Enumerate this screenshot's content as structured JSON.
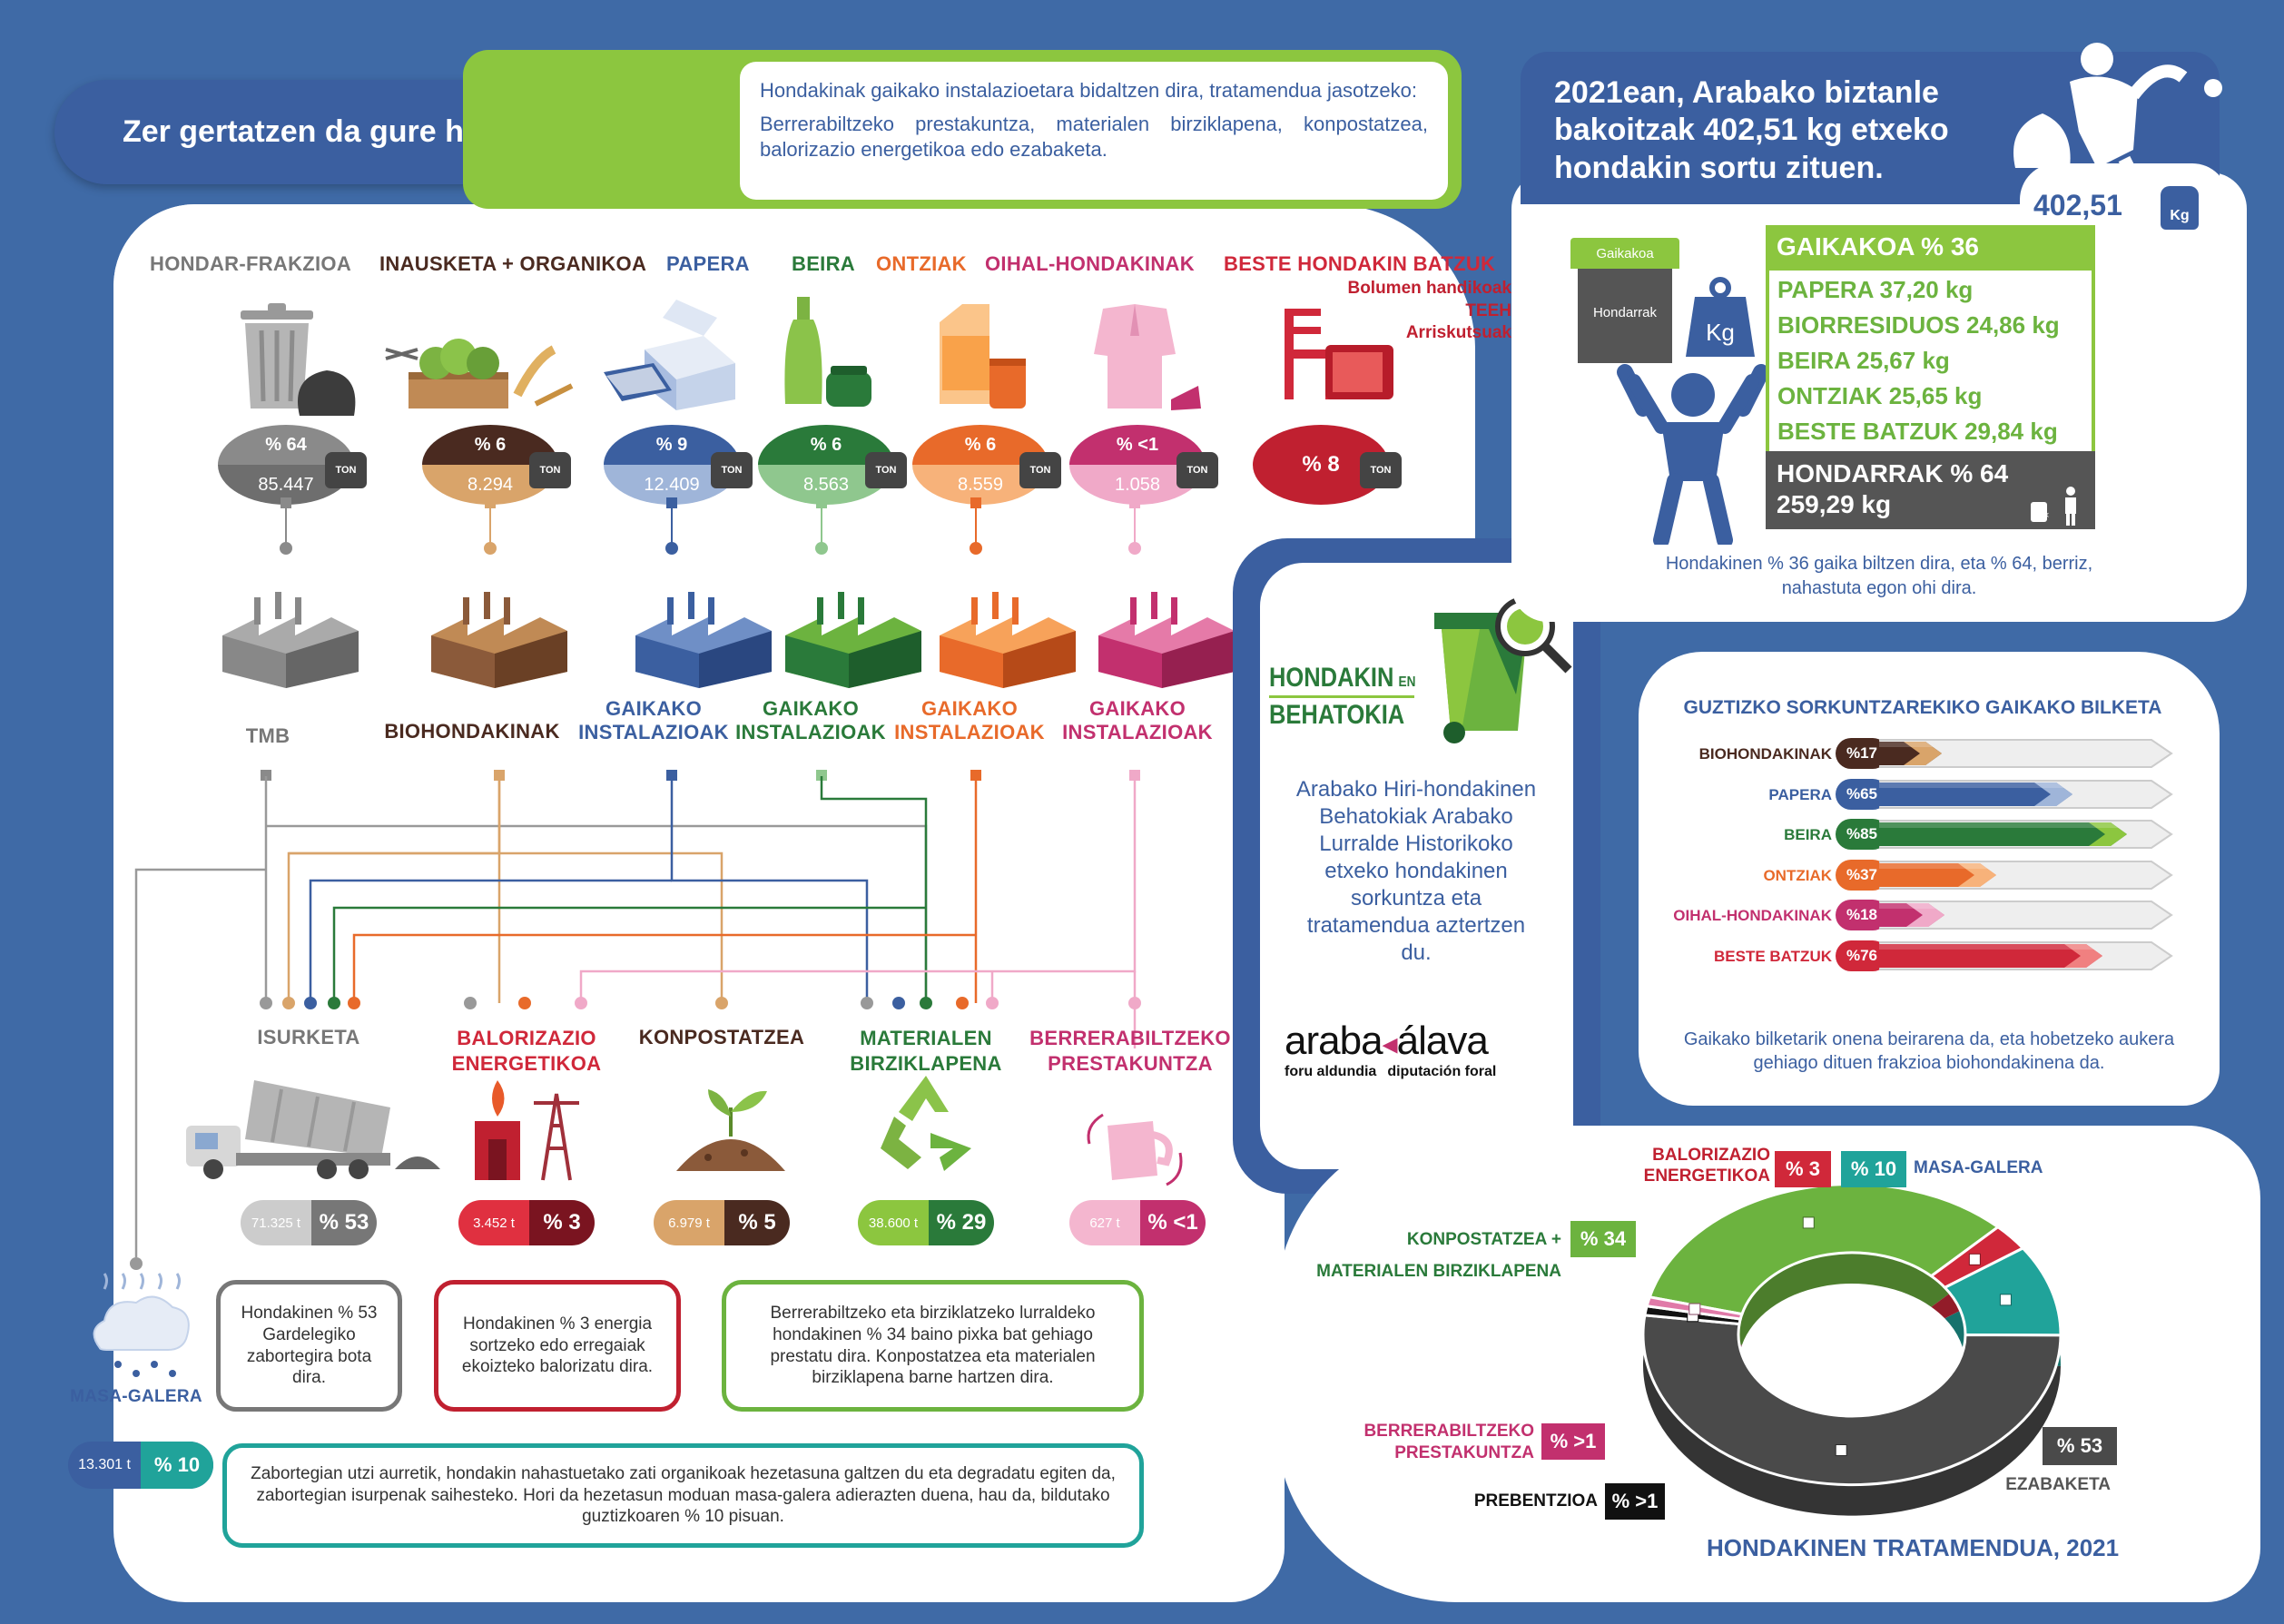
{
  "header": {
    "question": "Zer gertatzen da gure hondakinekin?",
    "intro_line1": "Hondakinak gaikako instalazioetara bidaltzen dira, tratamendua jasotzeko:",
    "intro_line2": "Berrerabiltzeko prestakuntza, materialen birziklapena, konpostatzea, balorizazio energetikoa edo ezabaketa."
  },
  "fractions": [
    {
      "name": "HONDAR-FRAKZIOA",
      "pct": "% 64",
      "ton": "85.447",
      "color": "#8a8a8a",
      "color2": "#6e6e6e"
    },
    {
      "name": "INAUSKETA + ORGANIKOA",
      "pct": "% 6",
      "ton": "8.294",
      "color": "#4a2a20",
      "color2": "#d9a46a"
    },
    {
      "name": "PAPERA",
      "pct": "% 9",
      "ton": "12.409",
      "color": "#3b5fa0",
      "color2": "#9fb5d9"
    },
    {
      "name": "BEIRA",
      "pct": "% 6",
      "ton": "8.563",
      "color": "#2a7a3a",
      "color2": "#8fc78e"
    },
    {
      "name": "ONTZIAK",
      "pct": "% 6",
      "ton": "8.559",
      "color": "#e86a2a",
      "color2": "#f7b27a"
    },
    {
      "name": "OIHAL-HONDAKINAK",
      "pct": "% <1",
      "ton": "1.058",
      "color": "#c2306e",
      "color2": "#f0a9c8"
    },
    {
      "name": "BESTE HONDAKIN BATZUK",
      "pct": "% 8",
      "ton": "",
      "color": "#c02030",
      "color2": "#c02030"
    }
  ],
  "ton_label": "TON",
  "beste_sub": [
    "Bolumen handikoak",
    "TEEH",
    "Arriskutsuak"
  ],
  "plants": [
    {
      "label": "TMB",
      "color": "#6e6e6e"
    },
    {
      "label": "BIOHONDAKINAK",
      "color": "#4a2a20"
    },
    {
      "label": "GAIKAKO INSTALAZIOAK",
      "color": "#3b5fa0"
    },
    {
      "label": "GAIKAKO INSTALAZIOAK",
      "color": "#2a7a3a"
    },
    {
      "label": "GAIKAKO INSTALAZIOAK",
      "color": "#e86a2a"
    },
    {
      "label": "GAIKAKO INSTALAZIOAK",
      "color": "#c2306e"
    }
  ],
  "treatments": [
    {
      "label": "ISURKETA",
      "amount": "71.325 t",
      "pct": "% 53",
      "color": "#777"
    },
    {
      "label": "BALORIZAZIO ENERGETIKOA",
      "amount": "3.452 t",
      "pct": "% 3",
      "color": "#c02030"
    },
    {
      "label": "KONPOSTATZEA",
      "amount": "6.979 t",
      "pct": "% 5",
      "color": "#4a2a20"
    },
    {
      "label": "MATERIALEN BIRZIKLAPENA",
      "amount": "38.600 t",
      "pct": "% 29",
      "color": "#2a7a3a"
    },
    {
      "label": "BERRERABILTZEKO PRESTAKUNTZA",
      "amount": "627 t",
      "pct": "% <1",
      "color": "#c2306e"
    }
  ],
  "notes": {
    "isurketa": "Hondakinen % 53 Gardelegiko zabortegira bota dira.",
    "balorizazio": "Hondakinen % 3 energia sortzeko edo erregaiak ekoizteko balorizatu dira.",
    "birziklapena": "Berrerabiltzeko eta birziklatzeko lurraldeko hondakinen % 34 baino pixka bat gehiago prestatu dira. Konpostatzea eta materialen birziklapena barne hartzen dira.",
    "masa": "Zabortegian utzi aurretik, hondakin nahastuetako zati organikoak hezetasuna galtzen du eta degradatu egiten da, zabortegian isurpenak saihesteko. Hori da hezetasun moduan masa-galera adierazten duena, hau da, bildutako guztizkoaren % 10 pisuan."
  },
  "masa_galera": {
    "label": "MASA-GALERA",
    "amount": "13.301 t",
    "pct": "% 10"
  },
  "observatory": {
    "logo_line1": "HONDAKIN",
    "logo_en": "EN",
    "logo_line2": "BEHATOKIA",
    "text": "Arabako Hiri-hondakinen Behatokiak Arabako Lurralde Historikoko etxeko hondakinen sorkuntza eta tratamendua aztertzen du.",
    "brand_a": "araba",
    "brand_b": "álava",
    "brand_sub_a": "foru aldundia",
    "brand_sub_b": "diputación foral"
  },
  "stat": {
    "headline": "2021ean, Arabako biztanle bakoitzak 402,51 kg etxeko hondakin sortu zituen.",
    "value": "402,51",
    "kg": "Kg",
    "bin_top": "Gaikakoa",
    "bin_bottom": "Hondarrak"
  },
  "gaikakoa": {
    "title": "GAIKAKOA % 36",
    "items": [
      "PAPERA 37,20 kg",
      "BIORRESIDUOS 24,86 kg",
      "BEIRA 25,67 kg",
      "ONTZIAK 25,65 kg",
      "BESTE BATZUK 29,84 kg"
    ],
    "hondarrak_line1": "HONDARRAK % 64",
    "hondarrak_line2": "259,29 kg",
    "note": "Hondakinen % 36 gaika biltzen dira, eta % 64, berriz, nahastuta egon ohi dira."
  },
  "collection": {
    "title": "GUZTIZKO SORKUNTZAREKIKO GAIKAKO BILKETA",
    "note": "Gaikako bilketarik onena beirarena da, eta hobetzeko aukera gehiago dituen frakzioa biohondakinena da.",
    "rows": [
      {
        "label": "BIOHONDAKINAK",
        "value": 17,
        "pct": "%17",
        "color": "#4a2a20",
        "light": "#d9a46a"
      },
      {
        "label": "PAPERA",
        "value": 65,
        "pct": "%65",
        "color": "#3b5fa0",
        "light": "#9fb5d9"
      },
      {
        "label": "BEIRA",
        "value": 85,
        "pct": "%85",
        "color": "#2a7a3a",
        "light": "#8cc63f"
      },
      {
        "label": "ONTZIAK",
        "value": 37,
        "pct": "%37",
        "color": "#e86a2a",
        "light": "#f7b27a"
      },
      {
        "label": "OIHAL-HONDAKINAK",
        "value": 18,
        "pct": "%18",
        "color": "#c2306e",
        "light": "#f0a9c8"
      },
      {
        "label": "BESTE BATZUK",
        "value": 76,
        "pct": "%76",
        "color": "#d0283a",
        "light": "#f08080"
      }
    ]
  },
  "treatment_chart": {
    "title": "HONDAKINEN TRATAMENDUA, 2021",
    "segments": [
      {
        "label": "EZABAKETA",
        "pct": "% 53",
        "value": 53,
        "color": "#4a4a4a"
      },
      {
        "label": "KONPOSTATZEA + MATERIALEN BIRZIKLAPENA",
        "pct": "% 34",
        "value": 34,
        "color": "#6cb33f"
      },
      {
        "label": "BALORIZAZIO ENERGETIKOA",
        "pct": "% 3",
        "value": 3,
        "color": "#d0283a"
      },
      {
        "label": "MASA-GALERA",
        "pct": "% 10",
        "value": 10,
        "color": "#20a39a"
      },
      {
        "label": "BERRERABILTZEKO PRESTAKUNTZA",
        "pct": "% >1",
        "value": 1,
        "color": "#e07aa8"
      },
      {
        "label": "PREBENTZIOA",
        "pct": "% >1",
        "value": 1,
        "color": "#111111"
      }
    ]
  }
}
